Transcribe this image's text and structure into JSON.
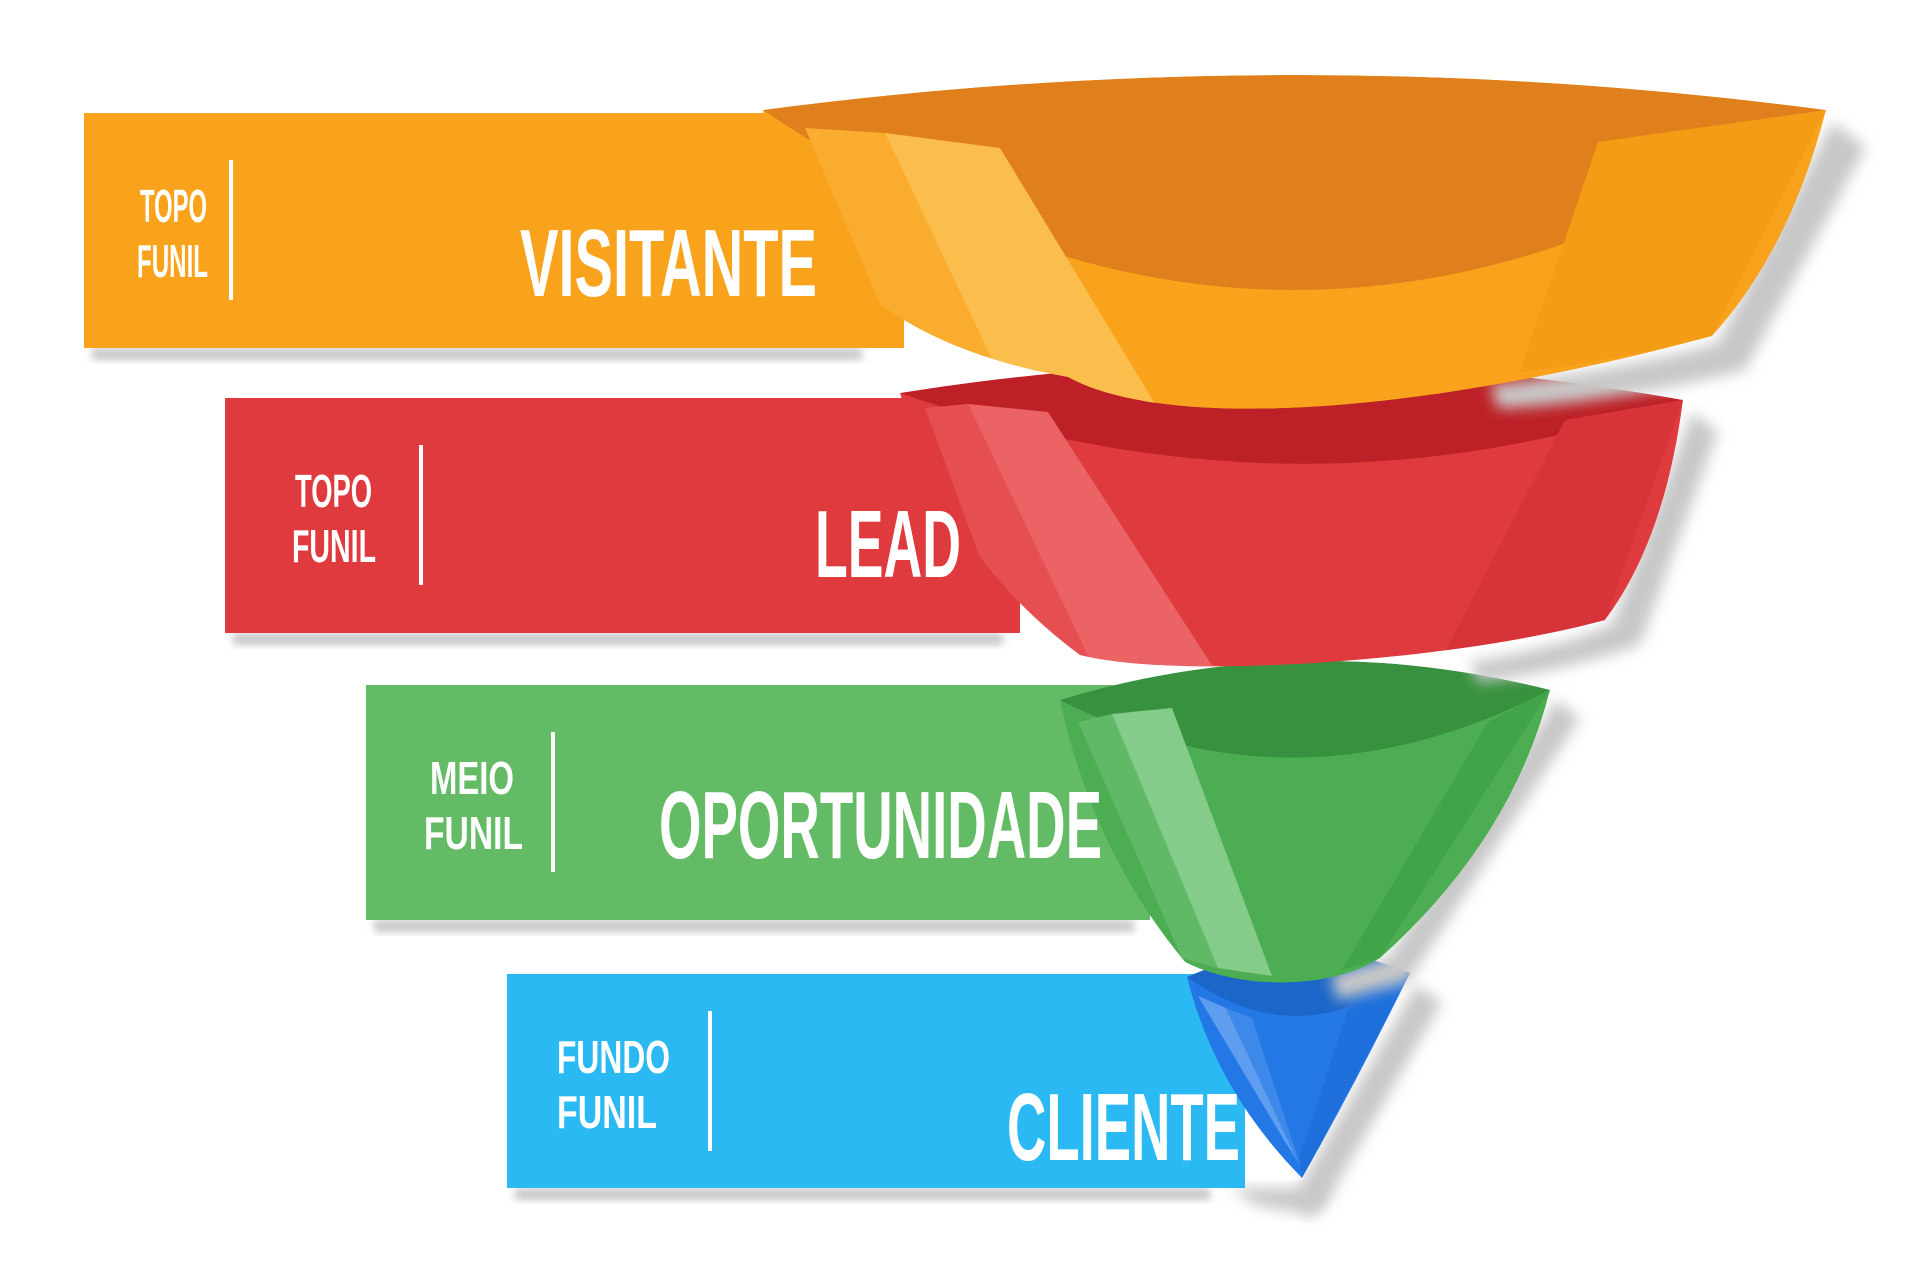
{
  "figure": {
    "type": "sales-funnel-diagram",
    "background": "#FFFFFF",
    "text_color": "#FFFFFF",
    "shadow_color": "#C8C8C8"
  },
  "stages": [
    {
      "side_label": [
        "TOPO",
        "FUNIL"
      ],
      "label": "VISITANTE",
      "band_color": "#F9A21C",
      "funnel_color": "#F9A21C",
      "rim_color": "#E0801D",
      "highlight_colors": [
        "#FAAC2F",
        "#FBBE4D"
      ],
      "shade_color": "#F49C15"
    },
    {
      "side_label": [
        "TOPO",
        "FUNIL"
      ],
      "label": "LEAD",
      "band_color": "#DF3B3E",
      "funnel_color": "#DF3B3E",
      "rim_color": "#BD2026",
      "highlight_colors": [
        "#E64F52",
        "#EB6365"
      ],
      "shade_color": "#D63439"
    },
    {
      "side_label": [
        "MEIO",
        "FUNIL"
      ],
      "label": "OPORTUNIDADE",
      "band_color": "#63BB66",
      "funnel_color": "#4CAD52",
      "rim_color": "#37913E",
      "highlight_colors": [
        "#60B966",
        "#85CC8A"
      ],
      "shade_color": "#42A449"
    },
    {
      "side_label": [
        "FUNDO",
        "FUNIL"
      ],
      "label": "CLIENTE",
      "band_color": "#2BB9F4",
      "funnel_color": "#2478E5",
      "rim_color": "#1C66C9",
      "highlight_colors": [
        "#5F9DF0",
        "#3D89EA"
      ],
      "shade_color": "#1E6FDB"
    }
  ]
}
